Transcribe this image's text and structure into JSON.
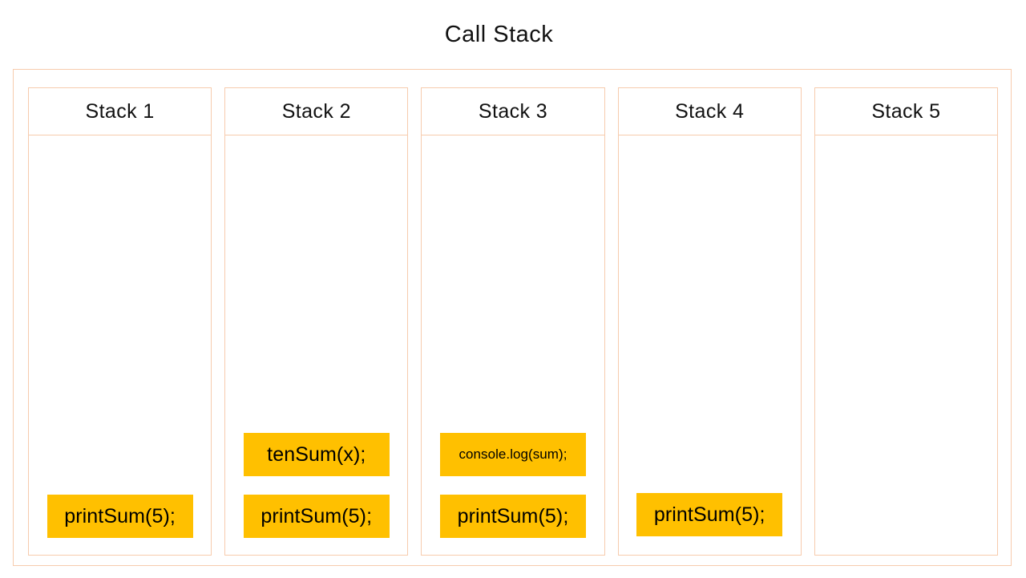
{
  "diagram": {
    "title": "Call Stack",
    "accent_color": "#ffc000",
    "border_color": "#f7cbad",
    "background_color": "#ffffff",
    "text_color": "#000000"
  },
  "stacks": [
    {
      "header": "Stack 1",
      "frames": [
        {
          "label": "printSum(5);",
          "size": "large"
        }
      ]
    },
    {
      "header": "Stack 2",
      "frames": [
        {
          "label": "tenSum(x);",
          "size": "large"
        },
        {
          "label": "printSum(5);",
          "size": "large"
        }
      ]
    },
    {
      "header": "Stack 3",
      "frames": [
        {
          "label": "console.log(sum);",
          "size": "small"
        },
        {
          "label": "printSum(5);",
          "size": "large"
        }
      ]
    },
    {
      "header": "Stack 4",
      "frames": [
        {
          "label": "printSum(5);",
          "size": "large"
        }
      ]
    },
    {
      "header": "Stack 5",
      "frames": []
    }
  ]
}
